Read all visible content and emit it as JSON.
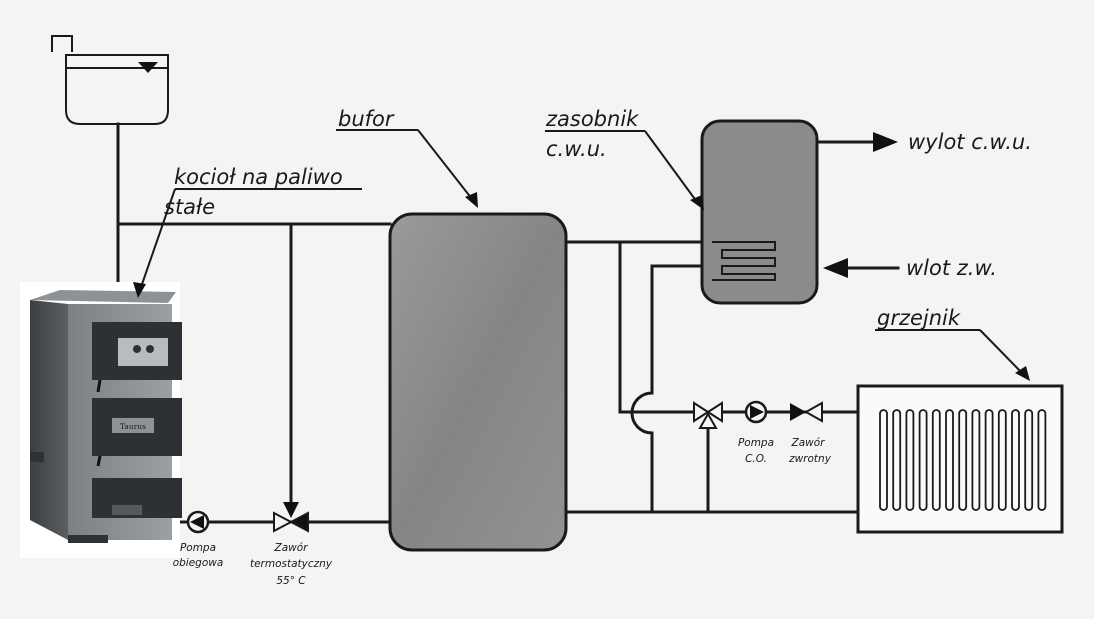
{
  "labels": {
    "boiler": [
      "kocioł na paliwo",
      "stałe"
    ],
    "buffer": "bufor",
    "dhw_tank": [
      "zasobnik",
      "c.w.u."
    ],
    "dhw_outlet": "wylot c.w.u.",
    "cold_inlet": "wlot z.w.",
    "radiator": "grzejnik",
    "circ_pump": [
      "Pompa",
      "obiegowa"
    ],
    "thermo_valve": [
      "Zawór",
      "termostatyczny",
      "55° C"
    ],
    "ch_pump": [
      "Pompa",
      "C.O."
    ],
    "check_valve": [
      "Zawór",
      "zwrotny"
    ],
    "boiler_brand": "Taurus"
  },
  "colors": {
    "line": "#1a1a1a",
    "tank_fill": "#8e8e8e",
    "boiler_body": "#6d7277",
    "boiler_door": "#2c3033",
    "background": "#f4f4f2"
  }
}
